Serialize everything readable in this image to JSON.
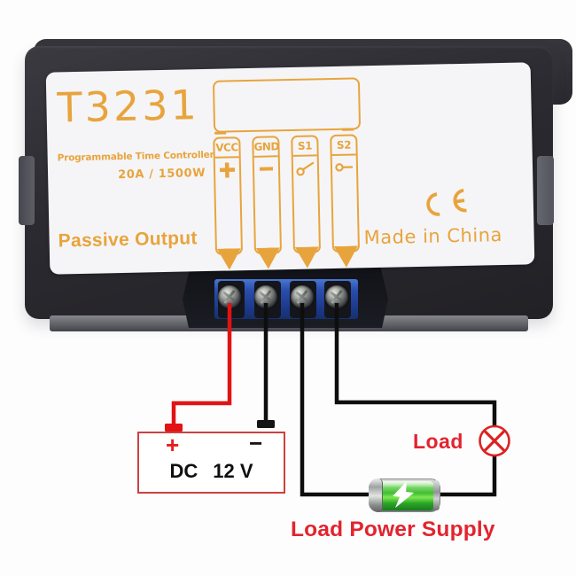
{
  "colors": {
    "accent": "#e8a43c",
    "wire_red": "#e11313",
    "wire_black": "#0e0e0e",
    "diagram_red": "#e2242e",
    "terminal_blue": "#2b4fae",
    "label_bg": "#f5f5f7"
  },
  "device": {
    "model": "T3231",
    "subtitle": "Programmable Time Controller",
    "power_rating": "20A / 1500W",
    "output_mode": "Passive Output",
    "ce_mark": "CE",
    "origin": "Made in China",
    "terminals": [
      {
        "label": "VCC",
        "sign": "+"
      },
      {
        "label": "GND",
        "sign": "−"
      },
      {
        "label": "S1",
        "sign": "switch"
      },
      {
        "label": "S2",
        "sign": "contact"
      }
    ]
  },
  "wiring": {
    "power_box": {
      "plus": "+",
      "minus": "−",
      "supply_type": "DC",
      "voltage": "12 V"
    },
    "load_label": "Load",
    "load_power_supply_label": "Load Power Supply"
  }
}
